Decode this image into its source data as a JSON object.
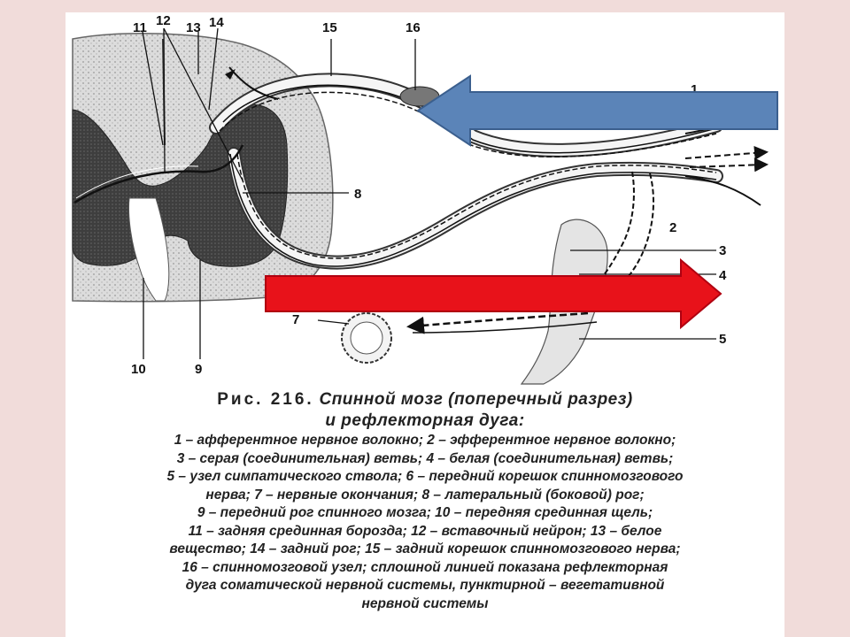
{
  "diagram": {
    "labels": {
      "n1": "1",
      "n2": "2",
      "n3": "3",
      "n4": "4",
      "n5": "5",
      "n7": "7",
      "n8": "8",
      "n9": "9",
      "n10": "10",
      "n11": "11",
      "n12": "12",
      "n13": "13",
      "n14": "14",
      "n15": "15",
      "n16": "16"
    },
    "arrows": {
      "afferent_color": "#5b84b8",
      "efferent_color": "#e8121a"
    }
  },
  "caption": {
    "fig_label": "Рис. 216.",
    "title_line1": "Спинной мозг (поперечный разрез)",
    "title_line2": "и рефлекторная дуга:",
    "legend_lines": [
      "1 – афферентное нервное волокно; 2 – эфферентное нервное волокно;",
      "3 – серая (соединительная) ветвь; 4 – белая (соединительная) ветвь;",
      "5 – узел симпатического ствола; 6 – передний корешок спинномозгового",
      "нерва; 7 – нервные окончания; 8 – латеральный (боковой) рог;",
      "9 – передний рог спинного мозга; 10 – передняя срединная щель;",
      "11 – задняя срединная борозда; 12 – вставочный нейрон; 13 – белое",
      "вещество; 14 – задний рог; 15 – задний корешок спинномозгового нерва;",
      "16 – спинномозговой узел; сплошной линией показана рефлекторная",
      "дуга соматической нервной системы, пунктирной – вегетативной",
      "нервной системы"
    ]
  }
}
